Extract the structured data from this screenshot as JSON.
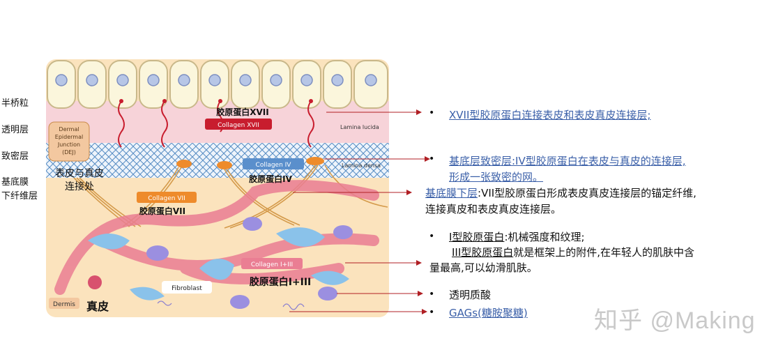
{
  "side_labels": {
    "hemidesmosome": "半桥粒",
    "lamina_lucida": "透明层",
    "lamina_densa": "致密层",
    "sub_lamina_1": "基底膜",
    "sub_lamina_2": "下纤维层"
  },
  "diagram": {
    "dej_box": [
      "Dermal",
      "Epidermal",
      "Junction",
      "(DEJ)"
    ],
    "dej_cn_1": "表皮与真皮",
    "dej_cn_2": "连接处",
    "collagen17_cn": "胶原蛋白XVII",
    "collagen17_en": "Collagen XVII",
    "lamina_lucida_en": "Lamina lucida",
    "collagen4_en": "Collagen IV",
    "collagen4_cn": "胶原蛋白IV",
    "lamina_densa_en": "Lamina densa",
    "collagen7_en": "Collagen VII",
    "collagen7_cn": "胶原蛋白VII",
    "collagen13_en": "Collagen I+III",
    "collagen13_cn": "胶原蛋白I+III",
    "fibroblast": "Fibroblast",
    "dermis_en": "Dermis",
    "dermis_cn": "真皮"
  },
  "notes": {
    "n1": "XVII型胶原蛋白连接表皮和表皮真皮连接层;",
    "n2a": "基底层致密层:IV型胶原蛋白在表皮与真皮的连接层,",
    "n2b": "形成一张致密的网。",
    "n3a_link": "基底膜下层",
    "n3a_rest": ":VII型胶原蛋白形成表皮真皮连接层的锚定纤维,",
    "n3b": "连接真皮和表皮真皮连接层。",
    "n4_link": "I型胶原蛋白",
    "n4_rest": ":机械强度和纹理;",
    "n5_link": "III型胶原蛋白",
    "n5_rest": "就是框架上的附件,在年轻人的肌肤中含",
    "n5b": "量最高,可以幼滑肌肤。",
    "n6": "透明质酸",
    "n7": "GAGs(糖胺聚糖)"
  },
  "bullet_char": "•",
  "watermark": "知乎 @Making",
  "colors": {
    "arrow": "#b01f24",
    "link": "#3a5fa8",
    "dermis_bg": "#fbe3bd",
    "lucida_bg": "#f7d3d9",
    "collagen": "#ea7e93",
    "orange": "#ee8b2b",
    "blue_label": "#5a8fcc"
  }
}
